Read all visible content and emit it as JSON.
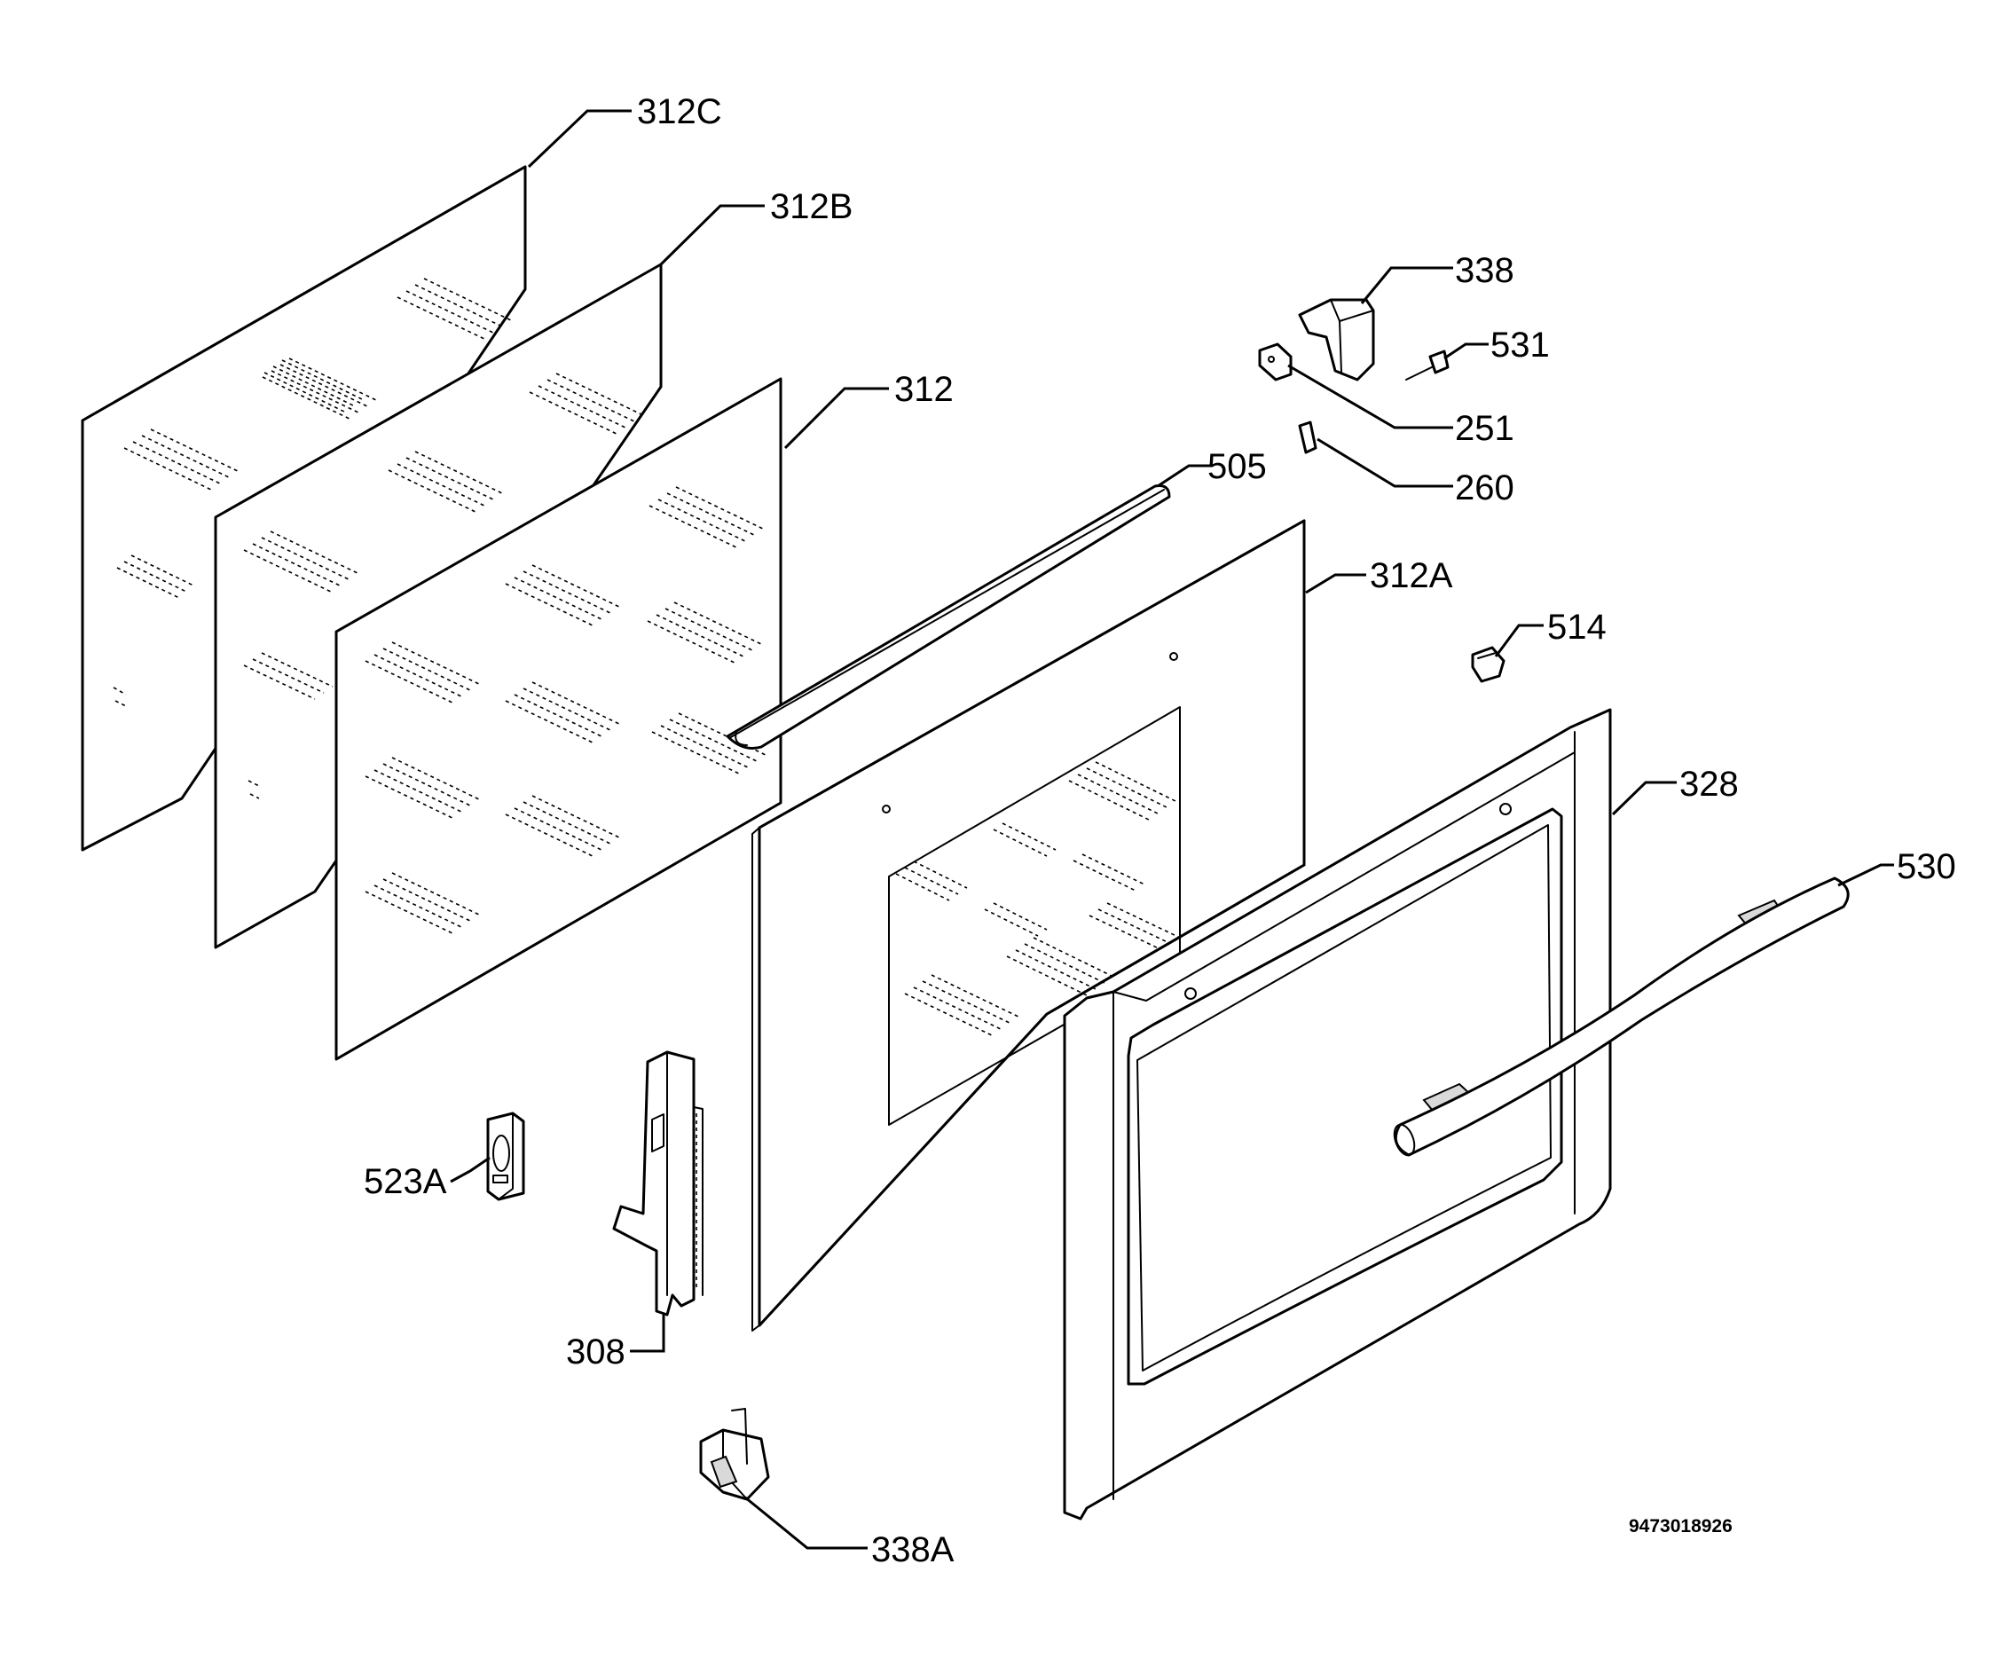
{
  "callouts": [
    {
      "id": "312C",
      "text": "312C"
    },
    {
      "id": "312B",
      "text": "312B"
    },
    {
      "id": "312",
      "text": "312"
    },
    {
      "id": "505",
      "text": "505"
    },
    {
      "id": "312A",
      "text": "312A"
    },
    {
      "id": "338",
      "text": "338"
    },
    {
      "id": "531",
      "text": "531"
    },
    {
      "id": "251",
      "text": "251"
    },
    {
      "id": "260",
      "text": "260"
    },
    {
      "id": "514",
      "text": "514"
    },
    {
      "id": "328",
      "text": "328"
    },
    {
      "id": "530",
      "text": "530"
    },
    {
      "id": "523A",
      "text": "523A"
    },
    {
      "id": "308",
      "text": "308"
    },
    {
      "id": "338A",
      "text": "338A"
    }
  ],
  "drawing_number": "9473018926"
}
